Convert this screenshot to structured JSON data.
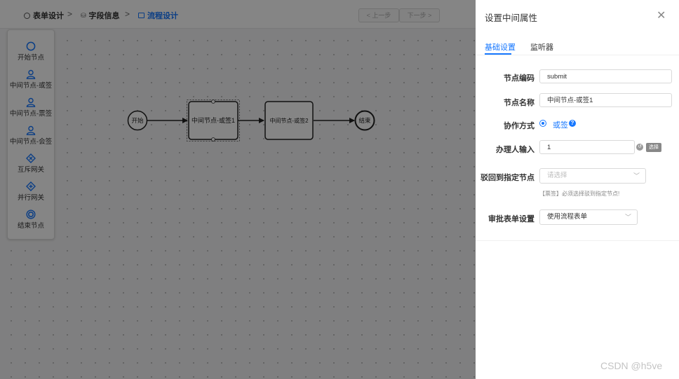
{
  "breadcrumb": {
    "steps": [
      {
        "label": "表单设计"
      },
      {
        "label": "字段信息"
      },
      {
        "label": "流程设计"
      }
    ],
    "separator": ">",
    "prev_button": "< 上一步",
    "next_button": "下一步 >"
  },
  "palette": {
    "items": [
      {
        "label": "开始节点",
        "icon": "circle-icon"
      },
      {
        "label": "中间节点-或签",
        "icon": "user-icon"
      },
      {
        "label": "中间节点-票签",
        "icon": "user-icon"
      },
      {
        "label": "中间节点-会签",
        "icon": "user-icon"
      },
      {
        "label": "互斥网关",
        "icon": "gateway-x-icon"
      },
      {
        "label": "并行网关",
        "icon": "gateway-plus-icon"
      },
      {
        "label": "结束节点",
        "icon": "double-circle-icon"
      }
    ]
  },
  "diagram": {
    "start_label": "开始",
    "task1_label": "中间节点-或签1",
    "task2_label": "中间节点-或签2",
    "end_label": "结束"
  },
  "drawer": {
    "title": "设置中间属性",
    "close_icon": "close-icon",
    "tabs": [
      {
        "label": "基础设置",
        "active": true
      },
      {
        "label": "监听器",
        "active": false
      }
    ],
    "fields": {
      "node_code": {
        "label": "节点编码",
        "value": "submit"
      },
      "node_name": {
        "label": "节点名称",
        "value": "中间节点-或签1"
      },
      "cooperation": {
        "label": "协作方式",
        "value": "或签"
      },
      "assignee": {
        "label": "办理人输入",
        "value": "1",
        "choose_label": "选择"
      },
      "reject_to": {
        "label": "驳回到指定节点",
        "placeholder": "请选择",
        "hint": "【票签】必须选择驳到指定节点!"
      },
      "approval_form": {
        "label": "审批表单设置",
        "value": "使用流程表单"
      }
    }
  },
  "watermark": "CSDN @h5ve",
  "colors": {
    "accent": "#1677ff",
    "overlay": "rgba(0,0,0,0.48)"
  }
}
